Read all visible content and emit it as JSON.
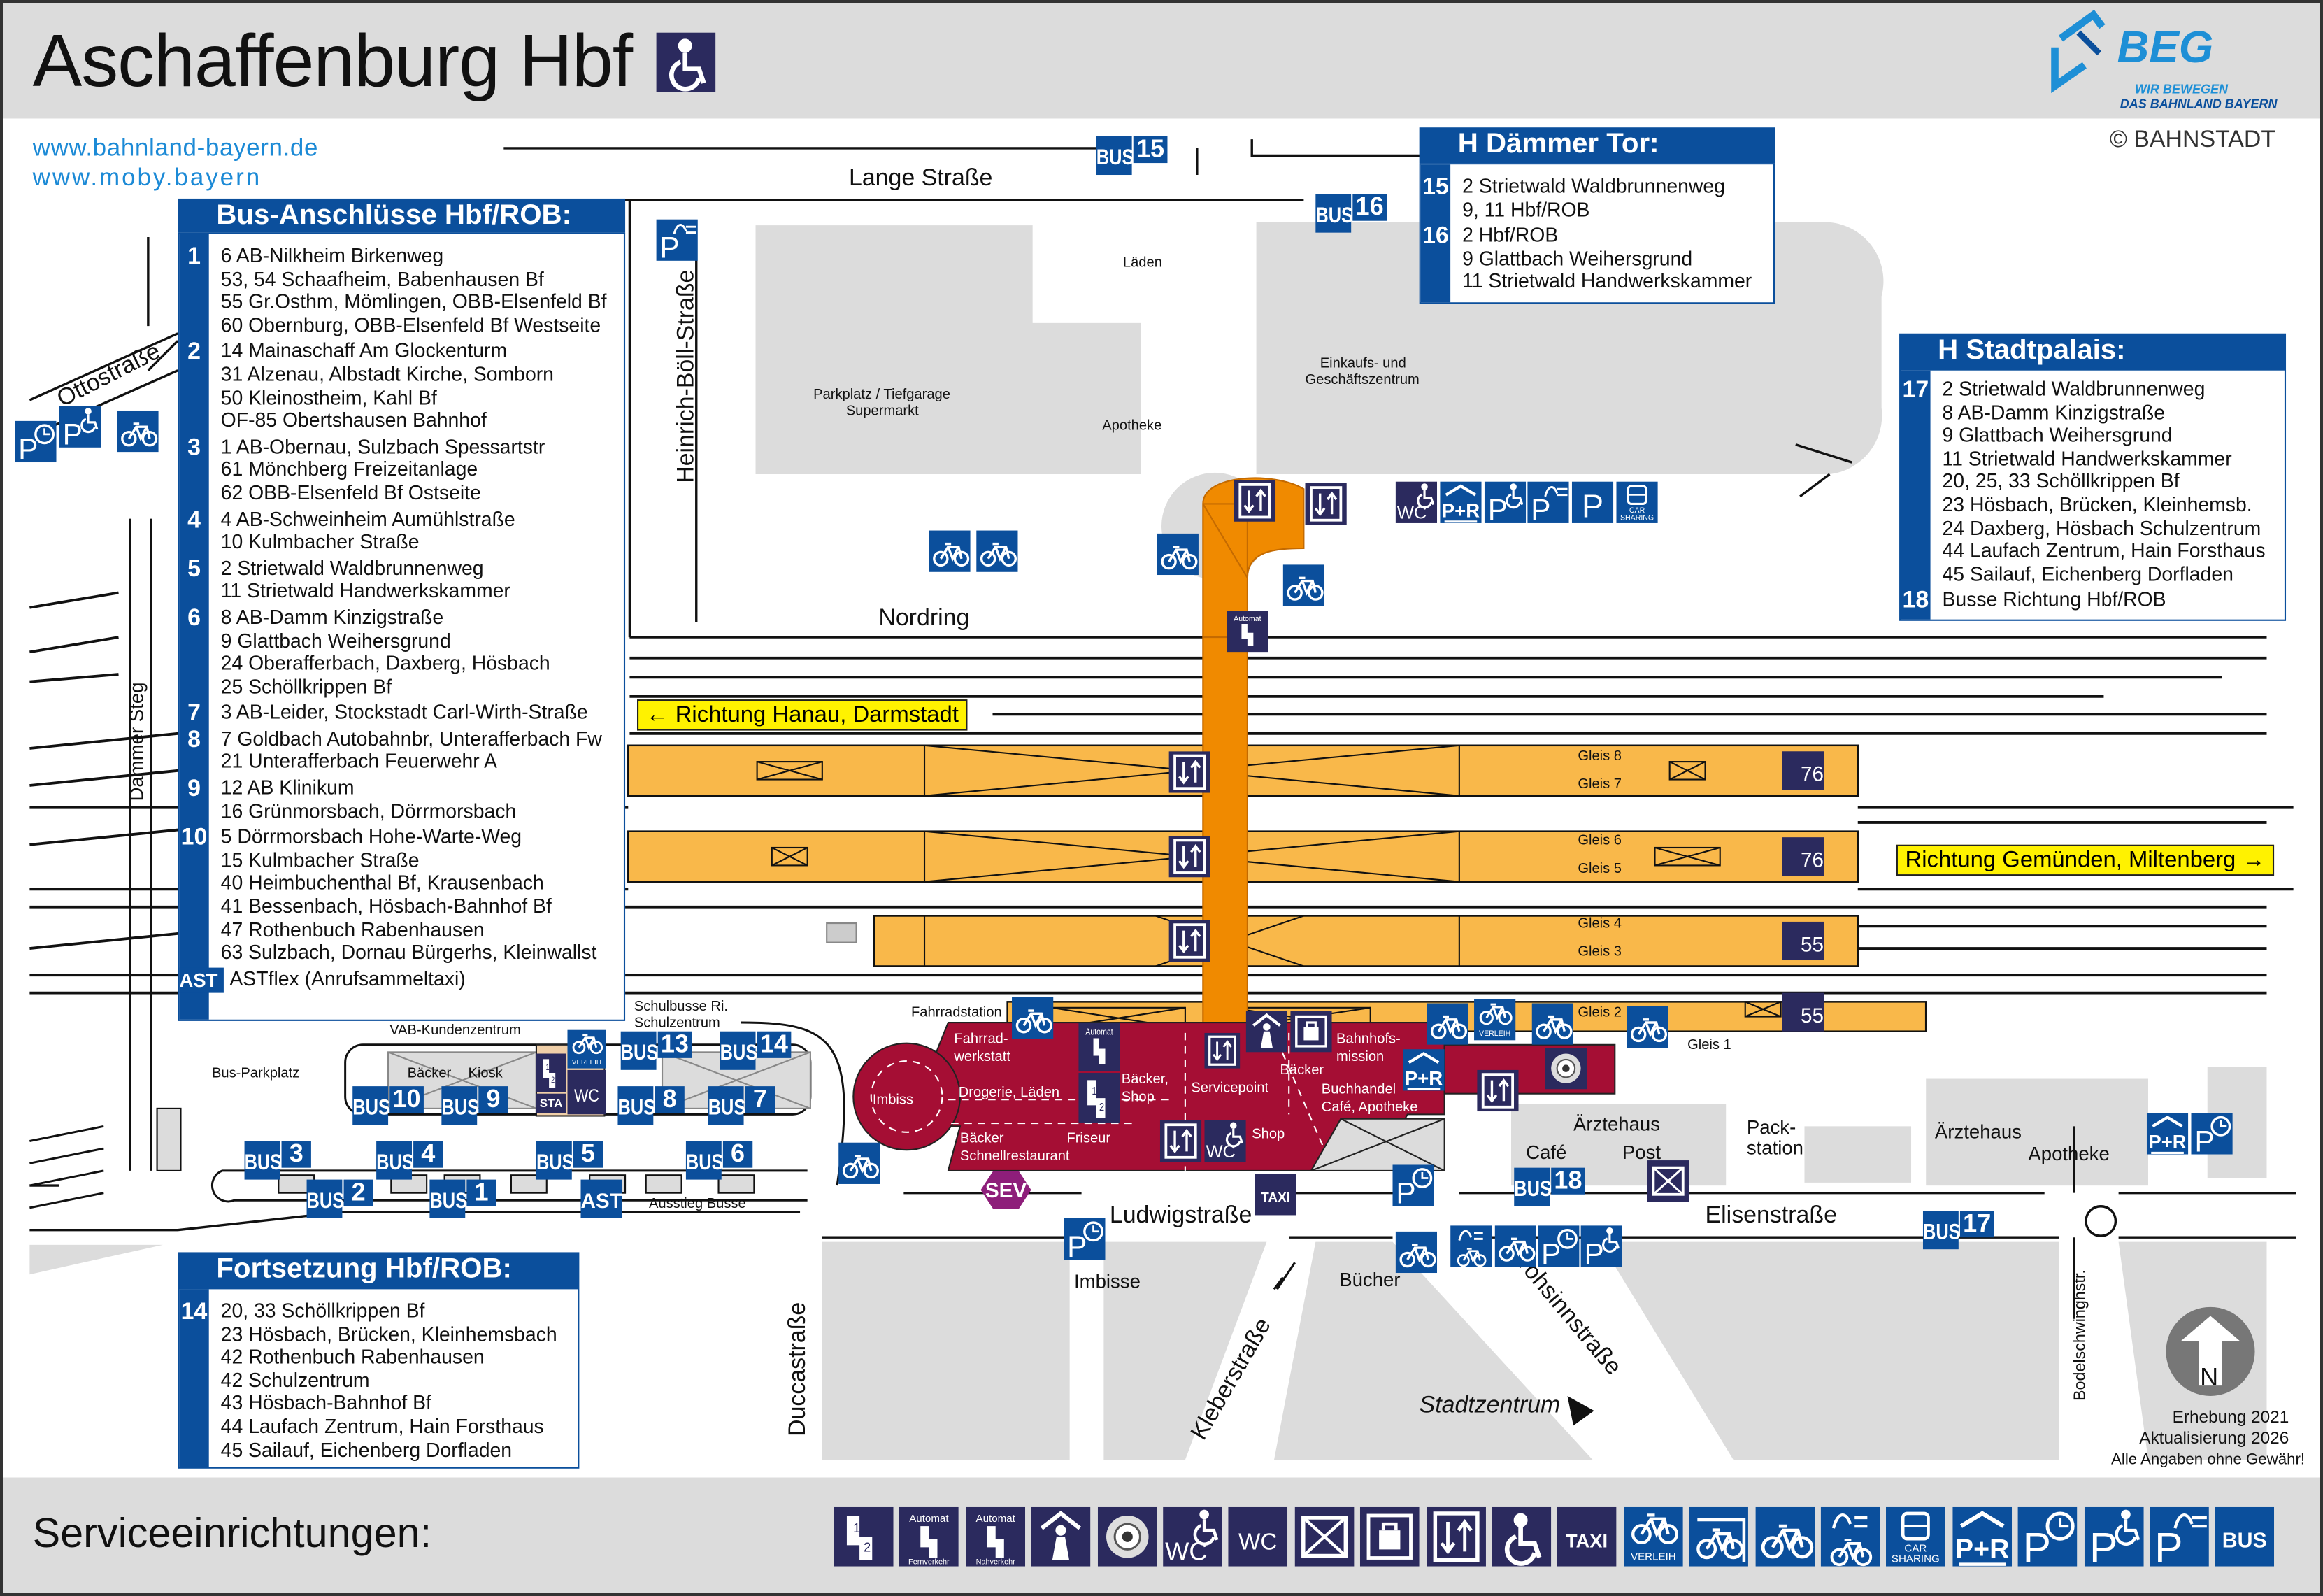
{
  "header": {
    "title": "Aschaffenburg Hbf",
    "links": [
      "www.bahnland-bayern.de",
      "www.moby.bayern"
    ],
    "logo": {
      "name": "BEG",
      "tagline_1": "WIR BEWEGEN",
      "tagline_2": "DAS BAHNLAND BAYERN"
    },
    "copyright": "© BAHNSTADT"
  },
  "colors": {
    "navy": "#2b2a5e",
    "blue": "#0b4f9c",
    "platform": "#f9b84a",
    "bridge": "#f08a00",
    "station": "#a50e34",
    "direction": "#fff200",
    "block": "#dcdcdc"
  },
  "sign_text": {
    "bus": "BUS",
    "wc": "WC",
    "taxi": "TAXI",
    "p": "P",
    "pr": "P+R",
    "verleih": "VERLEIH",
    "car": "CAR",
    "sharing": "SHARING",
    "automat": "Automat",
    "fernverkehr": "Fernverkehr",
    "nahverkehr": "Nahverkehr",
    "sta": "STA",
    "ast": "AST",
    "sev": "SEV"
  },
  "bus_connections": {
    "title": "Bus-Anschlüsse Hbf/ROB:",
    "groups": [
      {
        "num": "1",
        "lines": [
          "6 AB-Nilkheim Birkenweg",
          "53, 54 Schaafheim, Babenhausen Bf",
          "55 Gr.Osthm, Mömlingen, OBB-Elsenfeld Bf",
          "60 Obernburg, OBB-Elsenfeld Bf Westseite"
        ]
      },
      {
        "num": "2",
        "lines": [
          "14 Mainaschaff Am Glockenturm",
          "31 Alzenau, Albstadt Kirche, Somborn",
          "50 Kleinostheim, Kahl Bf",
          "OF-85 Obertshausen Bahnhof"
        ]
      },
      {
        "num": "3",
        "lines": [
          "1 AB-Obernau, Sulzbach Spessartstr",
          "61 Mönchberg Freizeitanlage",
          "62 OBB-Elsenfeld Bf Ostseite"
        ]
      },
      {
        "num": "4",
        "lines": [
          "4 AB-Schweinheim Aumühlstraße",
          "10 Kulmbacher Straße"
        ]
      },
      {
        "num": "5",
        "lines": [
          "2 Strietwald Waldbrunnenweg",
          "11 Strietwald Handwerkskammer"
        ]
      },
      {
        "num": "6",
        "lines": [
          "8 AB-Damm Kinzigstraße",
          "9 Glattbach Weihersgrund",
          "24 Oberafferbach, Daxberg, Hösbach",
          "25 Schöllkrippen Bf"
        ]
      },
      {
        "num": "7",
        "lines": [
          "3 AB-Leider, Stockstadt Carl-Wirth-Straße"
        ]
      },
      {
        "num": "8",
        "lines": [
          "7 Goldbach Autobahnbr, Unterafferbach Fw",
          "21 Unterafferbach Feuerwehr A"
        ]
      },
      {
        "num": "9",
        "lines": [
          "12 AB Klinikum",
          "16 Grünmorsbach, Dörrmorsbach"
        ]
      },
      {
        "num": "10",
        "lines": [
          "5 Dörrmorsbach Hohe-Warte-Weg",
          "15 Kulmbacher Straße",
          "40 Heimbuchenthal Bf, Krausenbach",
          "41 Bessenbach, Hösbach-Bahnhof Bf",
          "47 Rothenbuch Rabenhausen",
          "63 Sulzbach, Dornau Bürgerhs, Kleinwallst"
        ]
      },
      {
        "num": "AST",
        "lines": [
          "ASTflex (Anrufsammeltaxi)"
        ]
      }
    ]
  },
  "continuation": {
    "title": "Fortsetzung Hbf/ROB:",
    "groups": [
      {
        "num": "14",
        "lines": [
          "20, 33 Schöllkrippen Bf",
          "23 Hösbach, Brücken, Kleinhemsbach",
          "42 Rothenbuch Rabenhausen",
          "42 Schulzentrum",
          "43 Hösbach-Bahnhof Bf",
          "44 Laufach Zentrum, Hain Forsthaus",
          "45 Sailauf, Eichenberg Dorfladen"
        ]
      }
    ]
  },
  "daemmer_tor": {
    "title": "H Dämmer Tor:",
    "groups": [
      {
        "num": "15",
        "lines": [
          "2 Strietwald Waldbrunnenweg",
          "9, 11 Hbf/ROB"
        ]
      },
      {
        "num": "16",
        "lines": [
          "2 Hbf/ROB",
          "9 Glattbach Weihersgrund",
          "11 Strietwald Handwerkskammer"
        ]
      }
    ]
  },
  "stadtpalais": {
    "title": "H Stadtpalais:",
    "groups": [
      {
        "num": "17",
        "lines": [
          "2 Strietwald Waldbrunnenweg",
          "8 AB-Damm Kinzigstraße",
          "9 Glattbach Weihersgrund",
          "11 Strietwald Handwerkskammer",
          "20, 25, 33 Schöllkrippen Bf",
          "23 Hösbach, Brücken, Kleinhemsb.",
          "24 Daxberg, Hösbach Schulzentrum",
          "44 Laufach Zentrum, Hain Forsthaus",
          "45 Sailauf, Eichenberg Dorfladen"
        ]
      },
      {
        "num": "18",
        "lines": [
          "Busse Richtung Hbf/ROB"
        ]
      }
    ]
  },
  "streets": {
    "lange": "Lange Straße",
    "nordring": "Nordring",
    "ludwig": "Ludwigstraße",
    "elisen": "Elisenstraße",
    "boell": "Heinrich-Böll-Straße",
    "dammer": "Dammer Steg",
    "otto": "Ottostraße",
    "ducca": "Duccastraße",
    "kleber": "Kleberstraße",
    "frohsinn": "Frohsinnstraße",
    "bodel": "Bodelschwinghstr.",
    "zentrum": "Stadtzentrum"
  },
  "directions": {
    "west": "Richtung Hanau, Darmstadt",
    "east": "Richtung Gemünden, Miltenberg"
  },
  "places": {
    "laeden": "Läden",
    "parkplatz_1": "Parkplatz / Tiefgarage",
    "parkplatz_2": "Supermarkt",
    "apotheke_n": "Apotheke",
    "ezz_1": "Einkaufs- und",
    "ezz_2": "Geschäftszentrum",
    "bus_parkplatz": "Bus-Parkplatz",
    "vab": "VAB-Kundenzentrum",
    "baecker_kiosk_1": "Bäcker",
    "baecker_kiosk_2": "Kiosk",
    "schulbusse_1": "Schulbusse Ri.",
    "schulbusse_2": "Schulzentrum",
    "ausstieg": "Ausstieg Busse",
    "fahrradstation": "Fahrradstation",
    "werkstatt_1": "Fahrrad-",
    "werkstatt_2": "werkstatt",
    "imbiss": "Imbiss",
    "drogerie": "Drogerie, Läden",
    "baecker_shop_1": "Bäcker,",
    "baecker_shop_2": "Shop",
    "servicepoint": "Servicepoint",
    "baecker": "Bäcker",
    "mission_1": "Bahnhofs-",
    "mission_2": "mission",
    "buch_1": "Buchhandel",
    "buch_2": "Café, Apotheke",
    "baecker_schnell_1": "Bäcker",
    "baecker_schnell_2": "Schnellrestaurant",
    "friseur": "Friseur",
    "shop": "Shop",
    "automat": "Automat",
    "aerztehaus_1": "Ärztehaus",
    "cafe": "Café",
    "post": "Post",
    "pack_1": "Pack-",
    "pack_2": "station",
    "aerztehaus_2": "Ärztehaus",
    "apotheke_e": "Apotheke",
    "imbisse": "Imbisse",
    "buecher": "Bücher"
  },
  "tracks": {
    "gleis_8": "Gleis 8",
    "gleis_7": "Gleis 7",
    "gleis_6": "Gleis 6",
    "gleis_5": "Gleis 5",
    "gleis_4": "Gleis 4",
    "gleis_3": "Gleis 3",
    "gleis_2": "Gleis 2",
    "gleis_1": "Gleis 1",
    "len_87": "76",
    "len_65": "76",
    "len_43": "55",
    "len_2": "55"
  },
  "bus_stops": {
    "s1": "1",
    "s2": "2",
    "s3": "3",
    "s4": "4",
    "s5": "5",
    "s6": "6",
    "s7": "7",
    "s8": "8",
    "s9": "9",
    "s10": "10",
    "s13": "13",
    "s14": "14",
    "s15": "15",
    "s16": "16",
    "s17": "17",
    "s18": "18"
  },
  "footer": {
    "service_title": "Serviceeinrichtungen:",
    "survey": "Erhebung 2021",
    "update": "Aktualisierung 2026",
    "disclaimer": "Alle Angaben ohne Gewähr!",
    "north": "N",
    "legend": [
      {
        "icon": "ticket-machine"
      },
      {
        "icon": "automat-fern"
      },
      {
        "icon": "automat-nah"
      },
      {
        "icon": "railway-mission"
      },
      {
        "icon": "police"
      },
      {
        "icon": "wc-accessible"
      },
      {
        "icon": "wc"
      },
      {
        "icon": "mailbox"
      },
      {
        "icon": "locker"
      },
      {
        "icon": "elevator"
      },
      {
        "icon": "stair-lift"
      },
      {
        "icon": "taxi"
      },
      {
        "icon": "bike-rental"
      },
      {
        "icon": "bike-parking-covered"
      },
      {
        "icon": "bike-parking"
      },
      {
        "icon": "ebike-charging"
      },
      {
        "icon": "car-sharing"
      },
      {
        "icon": "park-and-ride"
      },
      {
        "icon": "parking-short"
      },
      {
        "icon": "parking-accessible"
      },
      {
        "icon": "parking-ev"
      },
      {
        "icon": "bus"
      }
    ]
  }
}
